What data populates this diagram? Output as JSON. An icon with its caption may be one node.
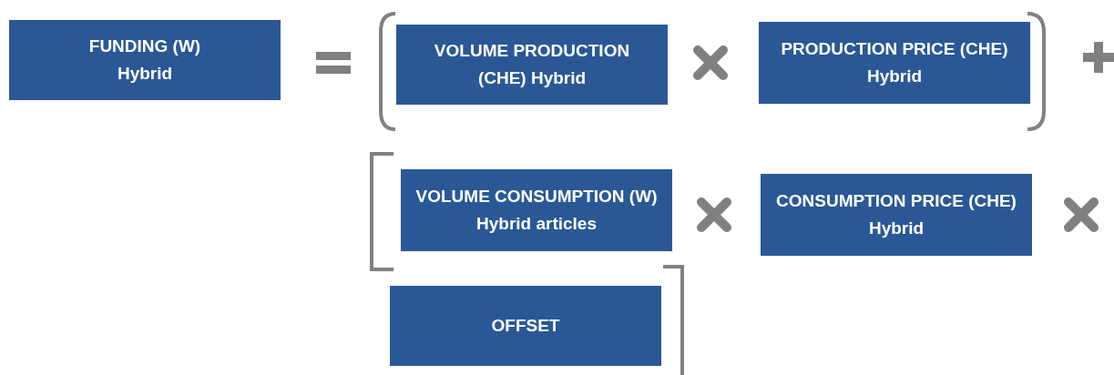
{
  "diagram": {
    "nodes": [
      {
        "text": [
          "FUNDING (W) Hybrid"
        ]
      },
      {
        "text": [
          "VOLUME PRODUCTION (CHE) Hybrid"
        ]
      },
      {
        "text": [
          "PRODUCTION PRICE (CHE) Hybrid"
        ]
      },
      {
        "text": [
          "VOLUME CONSUMPTION (W) Hybrid articles"
        ]
      },
      {
        "text": [
          "CONSUMPTION PRICE (CHE) Hybrid"
        ]
      },
      {
        "text": [
          "OFFSET"
        ]
      }
    ]
  }
}
